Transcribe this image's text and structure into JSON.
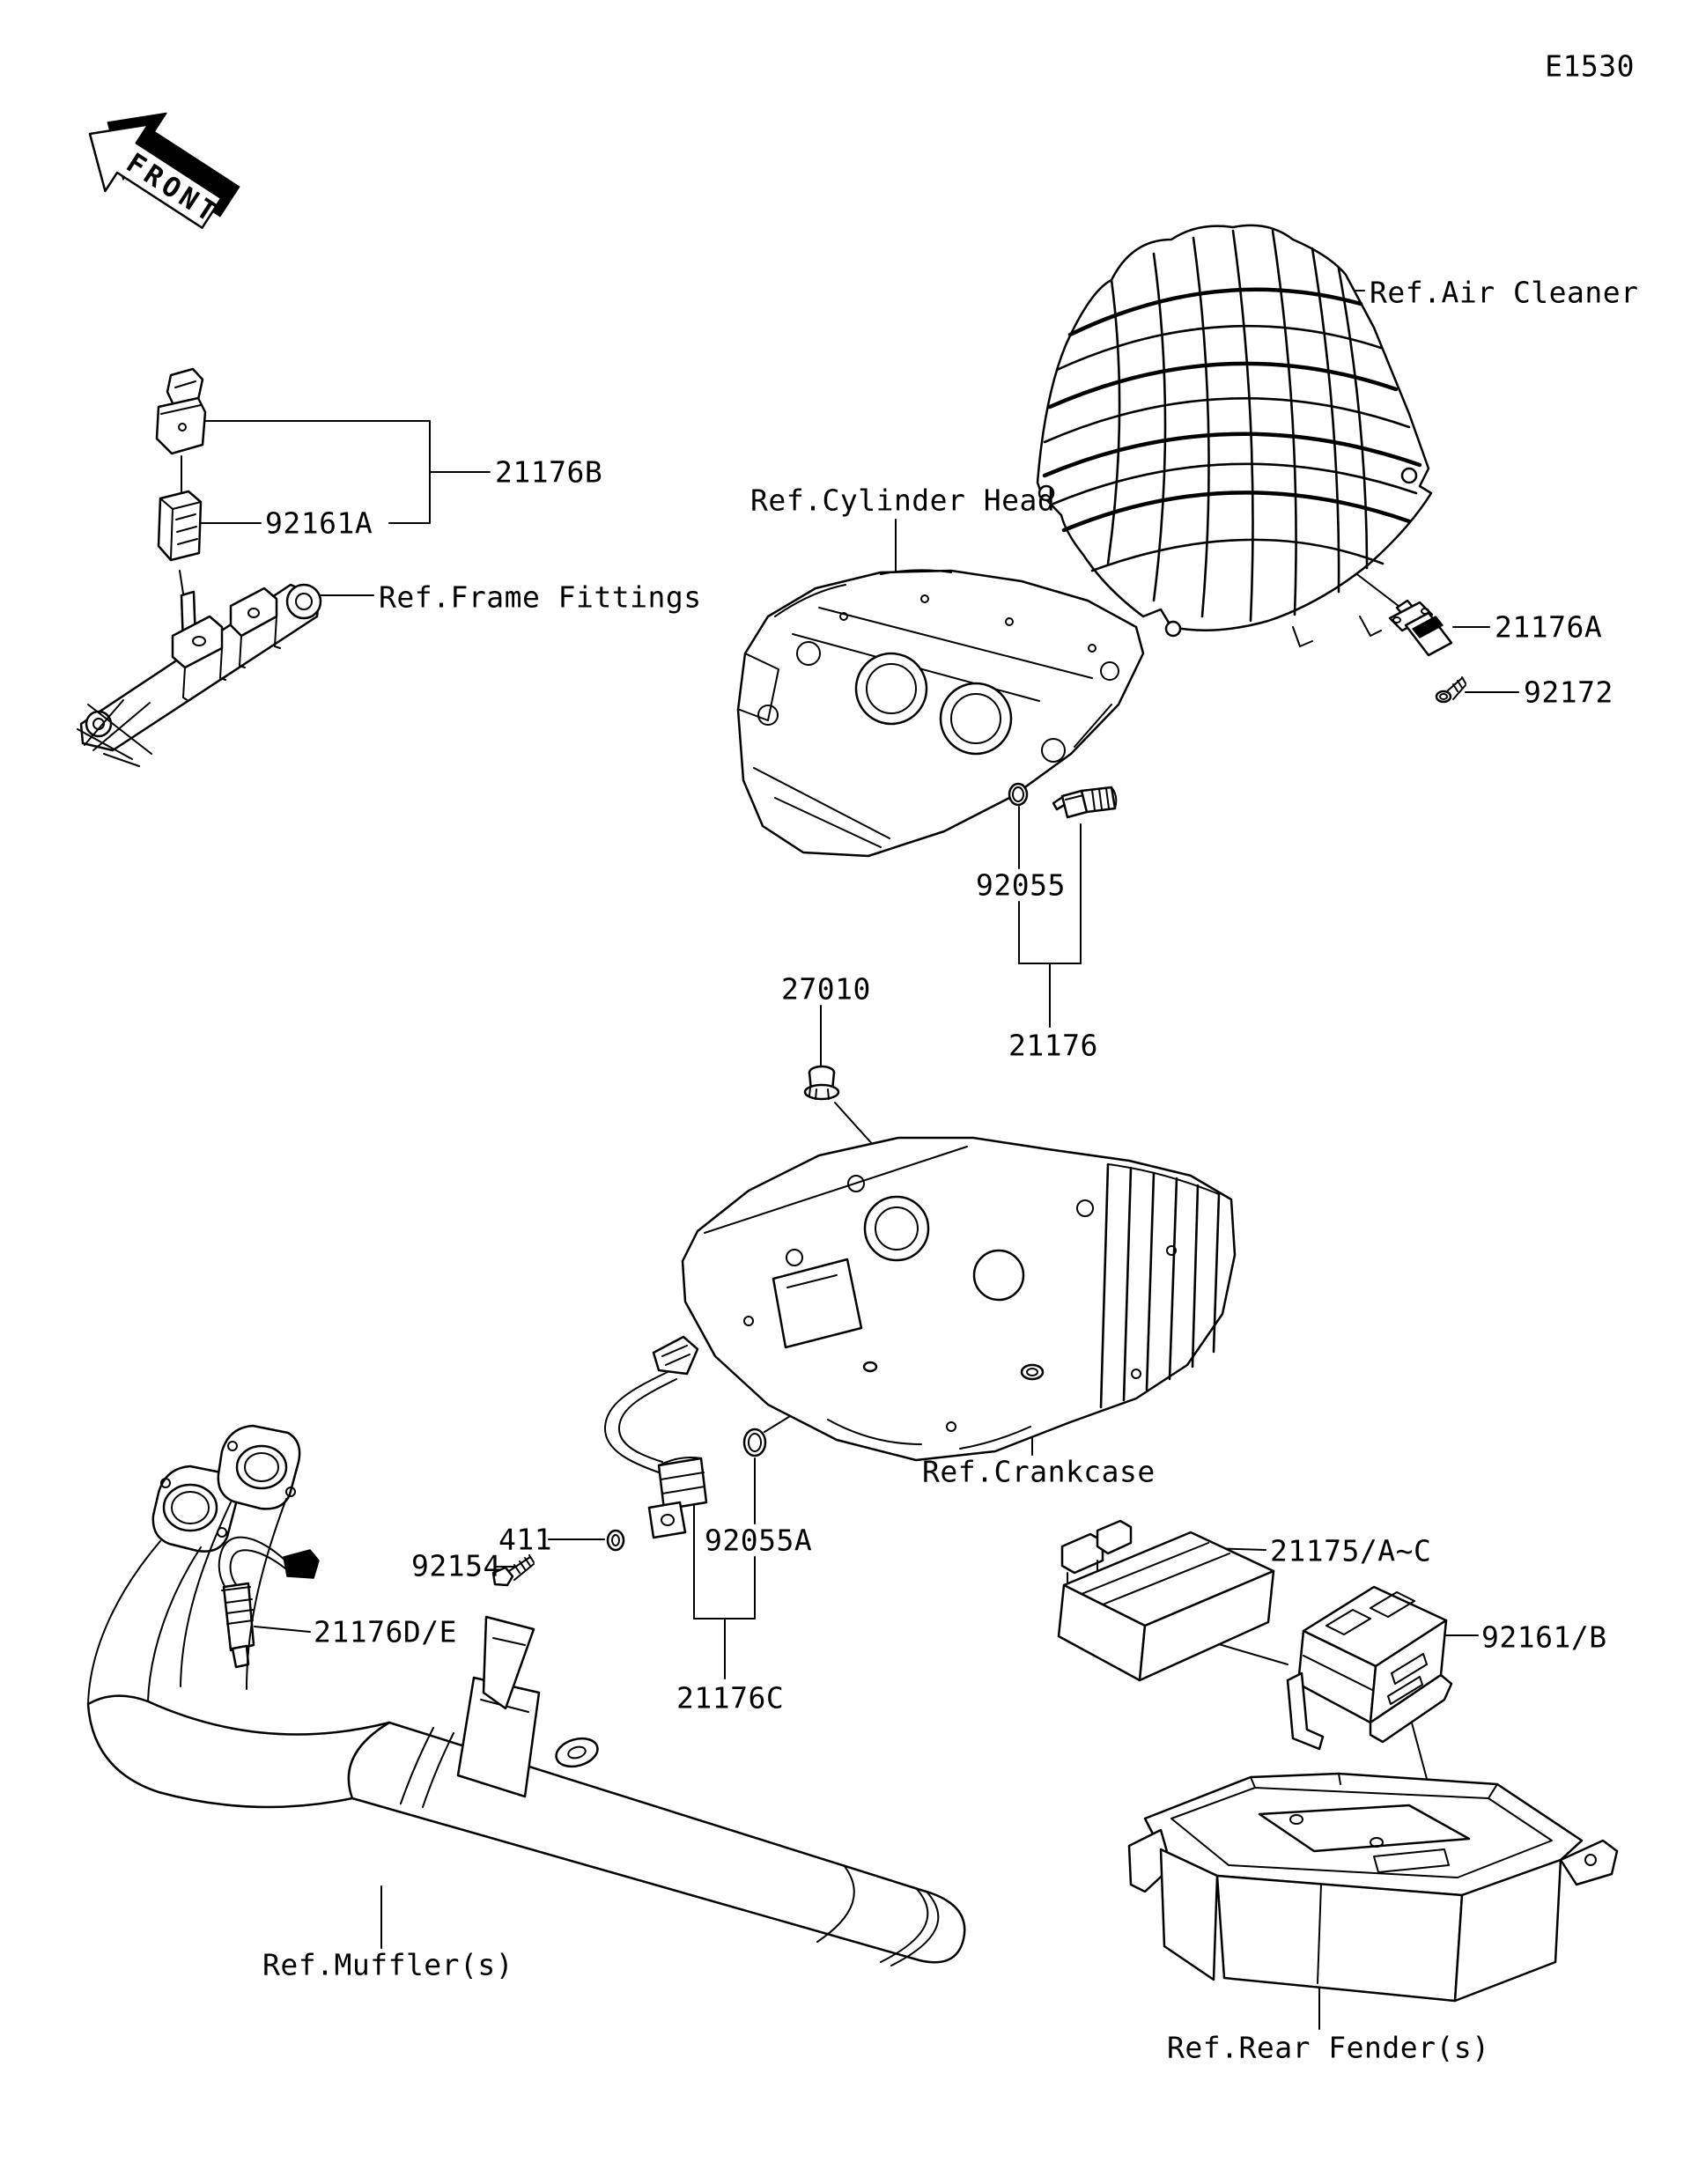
{
  "page": {
    "code": "E1530"
  },
  "orientation": {
    "front_label": "FRONT"
  },
  "colors": {
    "line": "#000000",
    "background": "#ffffff"
  },
  "labels": {
    "p21176B": "21176B",
    "p92161A": "92161A",
    "refFrameFittings": "Ref.Frame Fittings",
    "refAirCleaner": "Ref.Air Cleaner",
    "refCylinderHead": "Ref.Cylinder Head",
    "p21176A": "21176A",
    "p92172": "92172",
    "p92055": "92055",
    "p27010": "27010",
    "p21176": "21176",
    "refCrankcase": "Ref.Crankcase",
    "p411": "411",
    "p92154": "92154",
    "p92055A": "92055A",
    "p21176DE": "21176D/E",
    "p21176C": "21176C",
    "p21175AC": "21175/A~C",
    "p92161B": "92161/B",
    "refMufflers": "Ref.Muffler(s)",
    "refRearFenders": "Ref.Rear Fender(s)"
  }
}
